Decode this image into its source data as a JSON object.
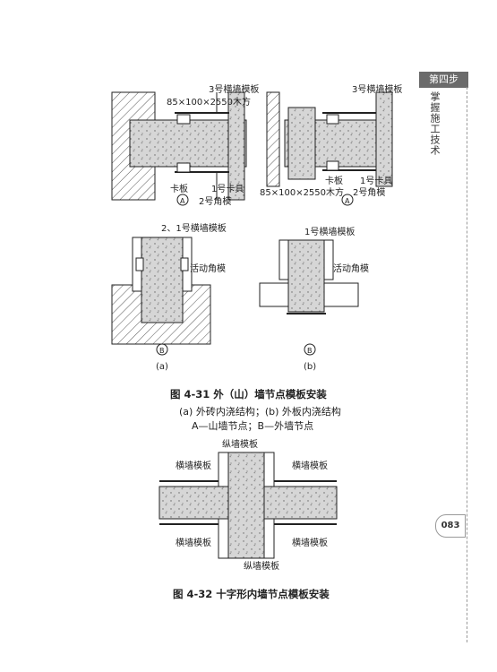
{
  "side": {
    "chapter_tab": "第四步",
    "chapter_title": "掌握施工技术",
    "page_number": "083"
  },
  "figure_431": {
    "labels": {
      "a_board3": "3号横墙模板",
      "a_wood": "85×100×2550木方",
      "a_kaban": "卡板",
      "a_clamp1": "1号卡具",
      "a_corner2": "2号角模",
      "a_A": "A",
      "b_board3": "3号横墙模板",
      "b_kaban": "卡板",
      "b_clamp1": "1号卡具",
      "b_wood": "85×100×2550木方",
      "b_corner2": "2号角模",
      "b_A": "A",
      "c_board": "2、1号横墙模板",
      "c_corner": "活动角模",
      "c_B": "B",
      "d_board": "1号横墙模板",
      "d_corner": "活动角模",
      "d_B": "B",
      "sub_a": "(a)",
      "sub_b": "(b)"
    },
    "title": "图 4-31    外（山）墙节点模板安装",
    "note1": "(a) 外砖内浇结构；(b) 外板内浇结构",
    "note2": "A—山墙节点；B—外墙节点"
  },
  "figure_432": {
    "labels": {
      "top": "纵墙模板",
      "tl": "横墙模板",
      "tr": "横墙模板",
      "bl": "横墙模板",
      "br": "横墙模板",
      "bottom": "纵墙模板"
    },
    "title": "图 4-32    十字形内墙节点模板安装"
  }
}
